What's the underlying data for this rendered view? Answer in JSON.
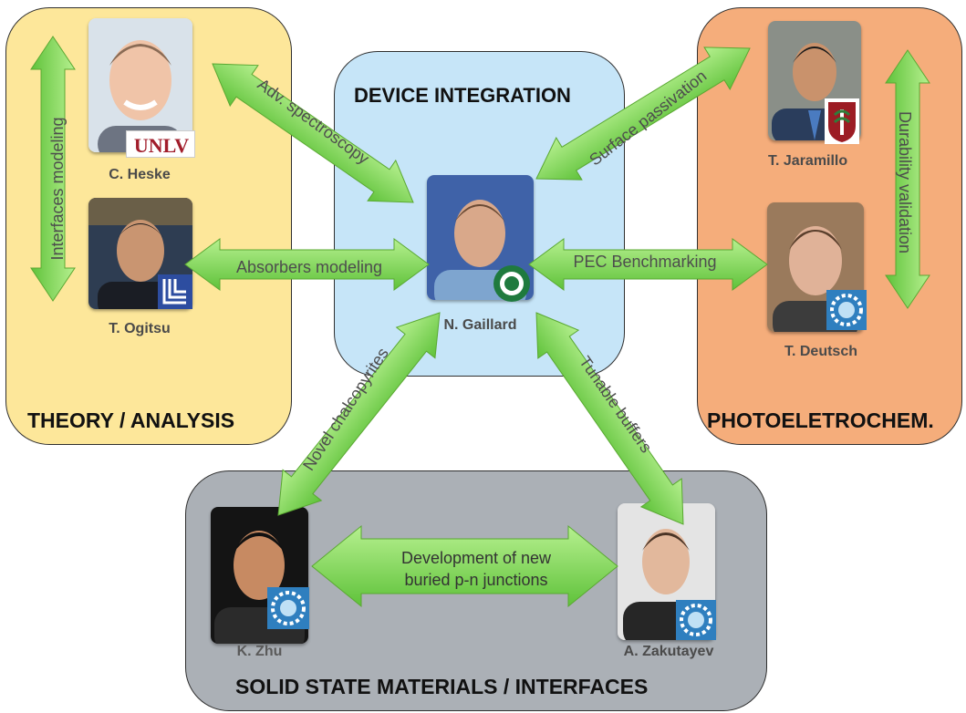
{
  "panels": {
    "theory": "THEORY / ANALYSIS",
    "device": "DEVICE INTEGRATION",
    "pec": "PHOTOELETROCHEM.",
    "solid": "SOLID STATE MATERIALS / INTERFACES"
  },
  "people": {
    "heske": "C. Heske",
    "ogitsu": "T. Ogitsu",
    "gaillard": "N. Gaillard",
    "jaramillo": "T. Jaramillo",
    "deutsch": "T. Deutsch",
    "zhu": "K. Zhu",
    "zakutayev": "A. Zakutayev"
  },
  "logos": {
    "unlv": "UNLV"
  },
  "connections": {
    "interfaces_modeling": "Interfaces modeling",
    "adv_spectroscopy": "Adv. spectroscopy",
    "absorbers_modeling": "Absorbers modeling",
    "surface_passivation": "Surface passivation",
    "pec_benchmarking": "PEC Benchmarking",
    "durability_validation": "Durability validation",
    "novel_chalcopyrites": "Novel chalcopyrites",
    "tunable_buffers": "Tunable buffers",
    "buried_junctions_line1": "Development of new",
    "buried_junctions_line2": "buried p-n junctions"
  },
  "colors": {
    "theory_panel": "#fde79a",
    "device_panel": "#c6e5f8",
    "pec_panel": "#f5ad7b",
    "solid_panel": "#abb0b6",
    "arrow_fill": "#7ed957",
    "arrow_stroke": "#5aa832"
  }
}
